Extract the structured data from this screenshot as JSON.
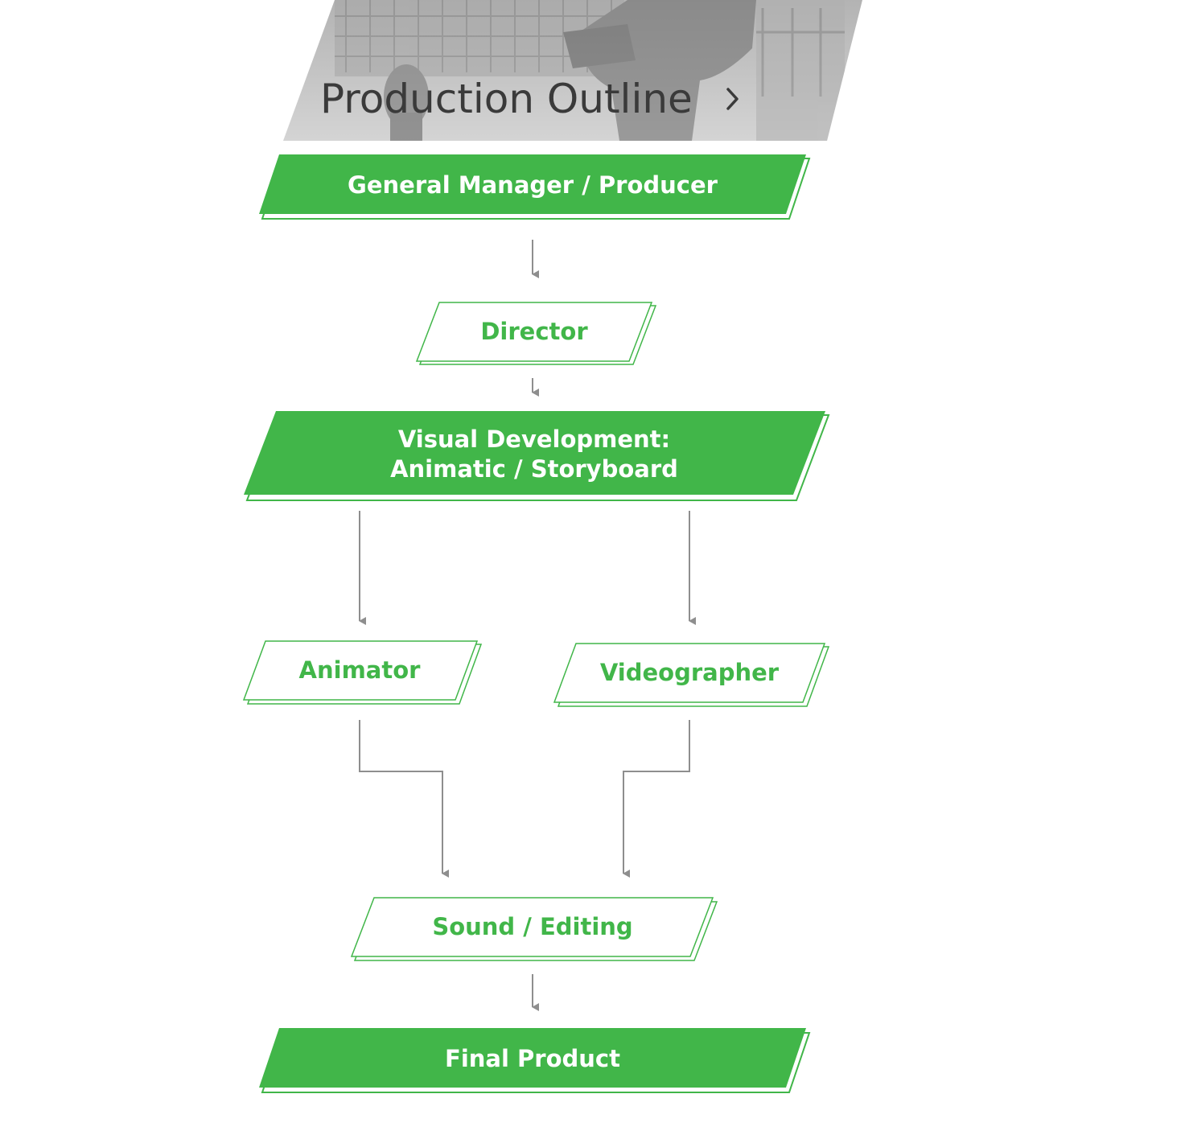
{
  "header": {
    "title": "Production Outline",
    "chevron_icon": "chevron-right-icon"
  },
  "colors": {
    "green": "#41b649",
    "white": "#ffffff",
    "arrow": "#8e8e8e",
    "header_text": "#3a3a3a",
    "header_bg": "#c9c9c9"
  },
  "nodes": {
    "producer": {
      "label": "General Manager / Producer",
      "style": "filled"
    },
    "director": {
      "label": "Director",
      "style": "outline"
    },
    "visual_dev": {
      "line1": "Visual Development:",
      "line2": "Animatic / Storyboard",
      "style": "filled"
    },
    "animator": {
      "label": "Animator",
      "style": "outline"
    },
    "videographer": {
      "label": "Videographer",
      "style": "outline"
    },
    "sound_editing": {
      "label": "Sound / Editing",
      "style": "outline"
    },
    "final_product": {
      "label": "Final Product",
      "style": "filled"
    }
  },
  "edges": [
    {
      "from": "producer",
      "to": "director"
    },
    {
      "from": "director",
      "to": "visual_dev"
    },
    {
      "from": "visual_dev",
      "to": "animator"
    },
    {
      "from": "visual_dev",
      "to": "videographer"
    },
    {
      "from": "animator",
      "to": "sound_editing"
    },
    {
      "from": "videographer",
      "to": "sound_editing"
    },
    {
      "from": "sound_editing",
      "to": "final_product"
    }
  ]
}
